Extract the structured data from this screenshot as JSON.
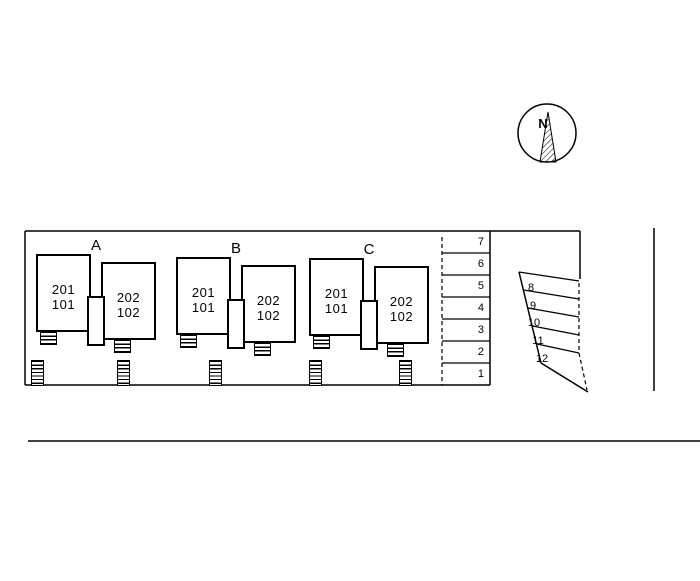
{
  "compass": {
    "label": "N"
  },
  "buildings": [
    {
      "label": "A",
      "left_unit": {
        "upper": "201",
        "lower": "101"
      },
      "right_unit": {
        "upper": "202",
        "lower": "102"
      }
    },
    {
      "label": "B",
      "left_unit": {
        "upper": "201",
        "lower": "101"
      },
      "right_unit": {
        "upper": "202",
        "lower": "102"
      }
    },
    {
      "label": "C",
      "left_unit": {
        "upper": "201",
        "lower": "101"
      },
      "right_unit": {
        "upper": "202",
        "lower": "102"
      }
    }
  ],
  "parking_rows": {
    "labels": [
      "7",
      "6",
      "5",
      "4",
      "3",
      "2",
      "1"
    ]
  },
  "parking_slanted": {
    "labels": [
      "8",
      "9",
      "10",
      "11",
      "12"
    ]
  },
  "colors": {
    "line": "#000000",
    "background": "#ffffff"
  }
}
